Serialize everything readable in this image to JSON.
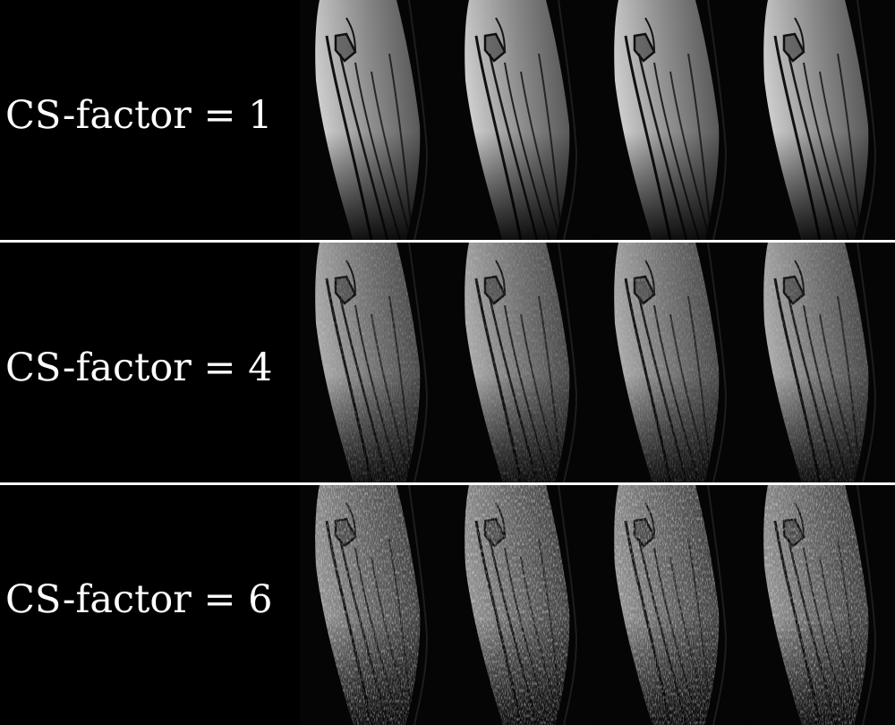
{
  "rows": [
    {
      "label": "CS-factor = 1",
      "level": "clean"
    },
    {
      "label": "CS-factor = 4",
      "level": "mild"
    },
    {
      "label": "CS-factor = 6",
      "level": "noisy"
    }
  ],
  "frames_per_row": 4,
  "colors": {
    "background": "#000000",
    "separator": "#ffffff",
    "text": "#ffffff"
  }
}
